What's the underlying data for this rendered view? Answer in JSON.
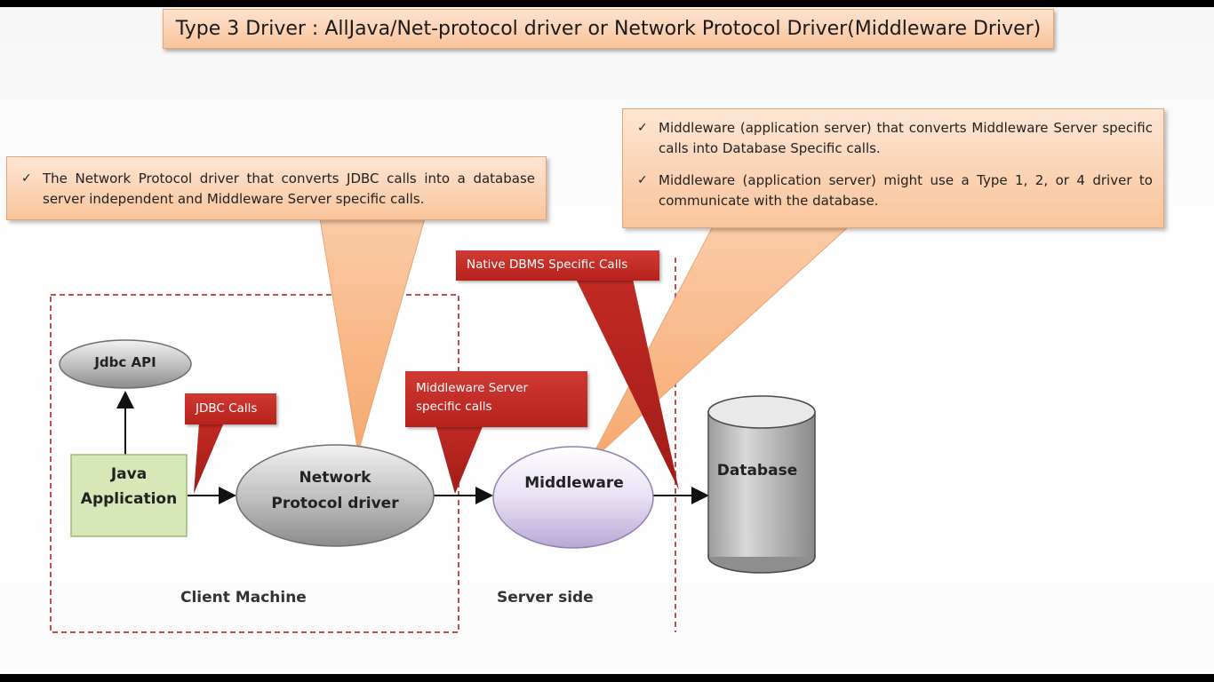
{
  "title": "Type 3 Driver :  AllJava/Net-protocol driver or Network Protocol Driver(Middleware Driver)",
  "callouts": {
    "client": {
      "items": [
        "The Network Protocol driver that converts JDBC calls into a database server independent and Middleware Server specific calls."
      ]
    },
    "server": {
      "items": [
        "Middleware (application server) that converts Middleware Server specific calls into Database  Specific calls.",
        "Middleware (application server) might use a Type 1, 2, or 4 driver to communicate with the database."
      ]
    }
  },
  "labels": {
    "jdbc_calls": "JDBC Calls",
    "middleware_calls_line1": "Middleware Server",
    "middleware_calls_line2": "specific calls",
    "native_calls": "Native DBMS Specific Calls"
  },
  "nodes": {
    "jdbc_api": "Jdbc API",
    "java_app_line1": "Java",
    "java_app_line2": "Application",
    "network_driver_line1": "Network",
    "network_driver_line2": "Protocol driver",
    "middleware": "Middleware",
    "database": "Database"
  },
  "regions": {
    "client": "Client Machine",
    "server": "Server side"
  },
  "check_symbol": "✓",
  "colors": {
    "callout_fill": "#f9c49b",
    "label_red": "#c0282a",
    "java_app_fill": "#d6e8b8",
    "middleware_fill": "#e0d6f0",
    "gray_node": "#9a9a9a",
    "dash_red": "#c0504d"
  }
}
